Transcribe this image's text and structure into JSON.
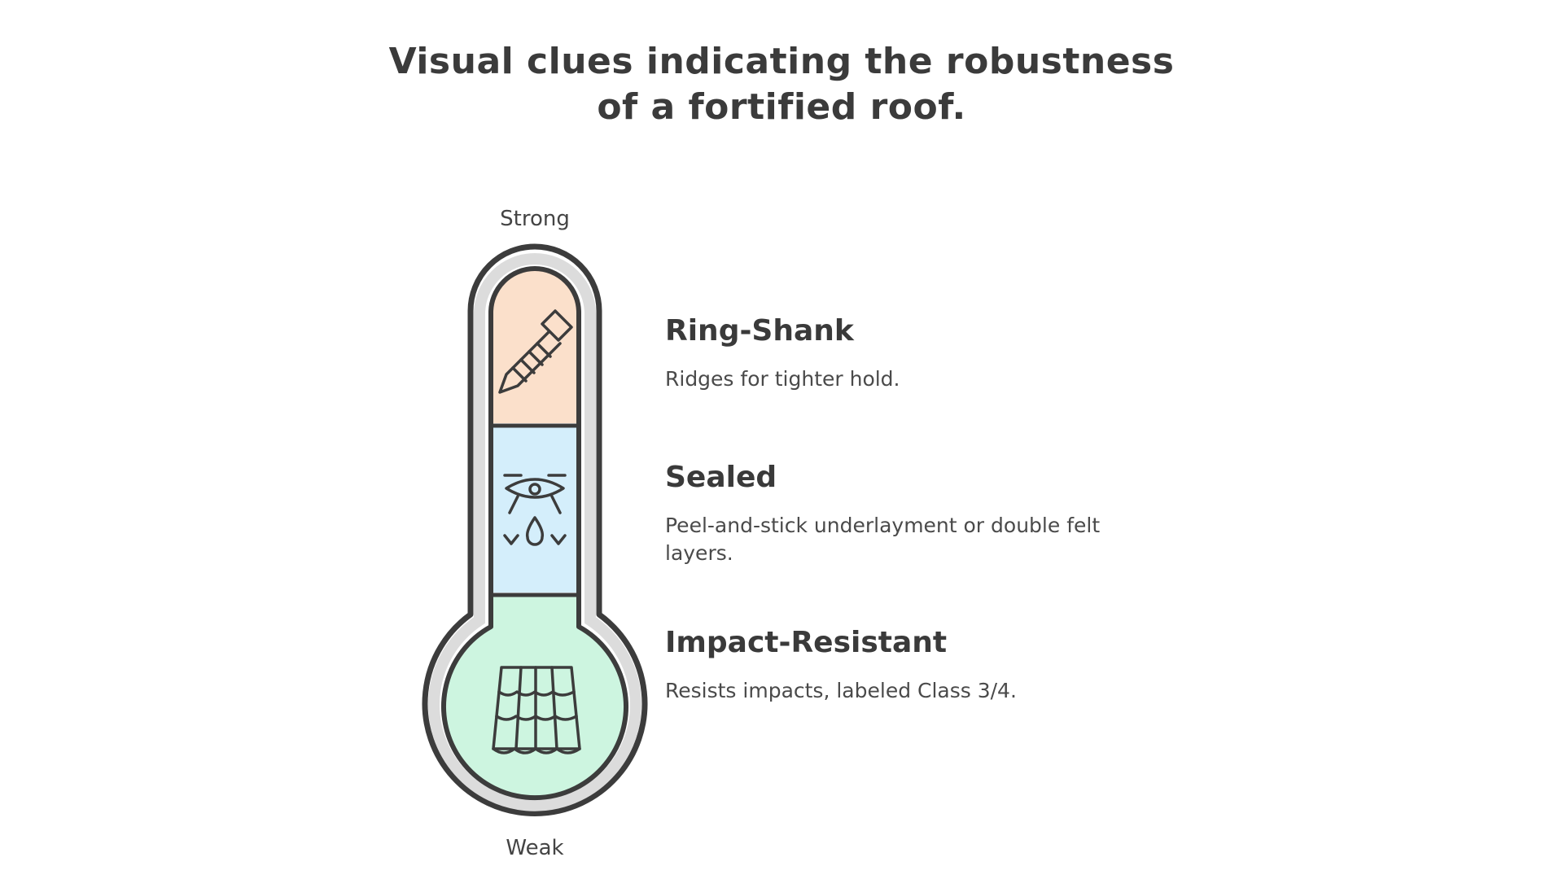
{
  "title_lines": [
    "Visual clues indicating the robustness",
    "of a fortified roof."
  ],
  "scale": {
    "top_label": "Strong",
    "bottom_label": "Weak"
  },
  "items": [
    {
      "title": "Ring-Shank",
      "description": "Ridges for tighter hold.",
      "icon": "nail-icon",
      "color": "#fbe0cb"
    },
    {
      "title": "Sealed",
      "description": "Peel-and-stick underlayment or double felt layers.",
      "icon": "water-seal-icon",
      "color": "#d4eefb"
    },
    {
      "title": "Impact-Resistant",
      "description": "Resists impacts, labeled Class 3/4.",
      "icon": "roof-tiles-icon",
      "color": "#cdf5e0"
    }
  ],
  "colors": {
    "outline": "#3c3c3c",
    "text": "#3a3a3a"
  }
}
